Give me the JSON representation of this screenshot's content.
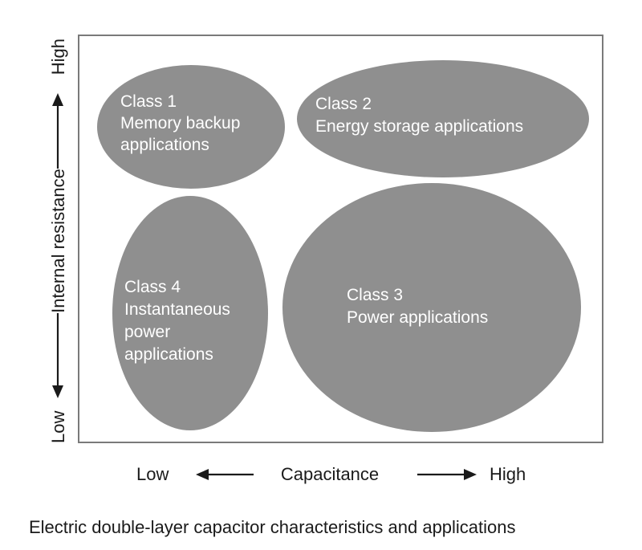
{
  "fill_color": "#8f8f8f",
  "frame_color": "#7a7a7a",
  "text_color": "#1a1a1a",
  "label_color": "#ffffff",
  "regions": [
    {
      "lines": [
        "Class 1",
        "Memory backup",
        "applications"
      ]
    },
    {
      "lines": [
        "Class 2",
        "Energy storage applications"
      ]
    },
    {
      "lines": [
        "Class 4",
        "Instantaneous",
        "power",
        "applications"
      ]
    },
    {
      "lines": [
        "Class 3",
        "Power applications"
      ]
    }
  ],
  "y_axis": {
    "low": "Low",
    "label": "Internal resistance",
    "high": "High"
  },
  "x_axis": {
    "low": "Low",
    "label": "Capacitance",
    "high": "High"
  },
  "caption": "Electric double-layer capacitor characteristics and applications"
}
